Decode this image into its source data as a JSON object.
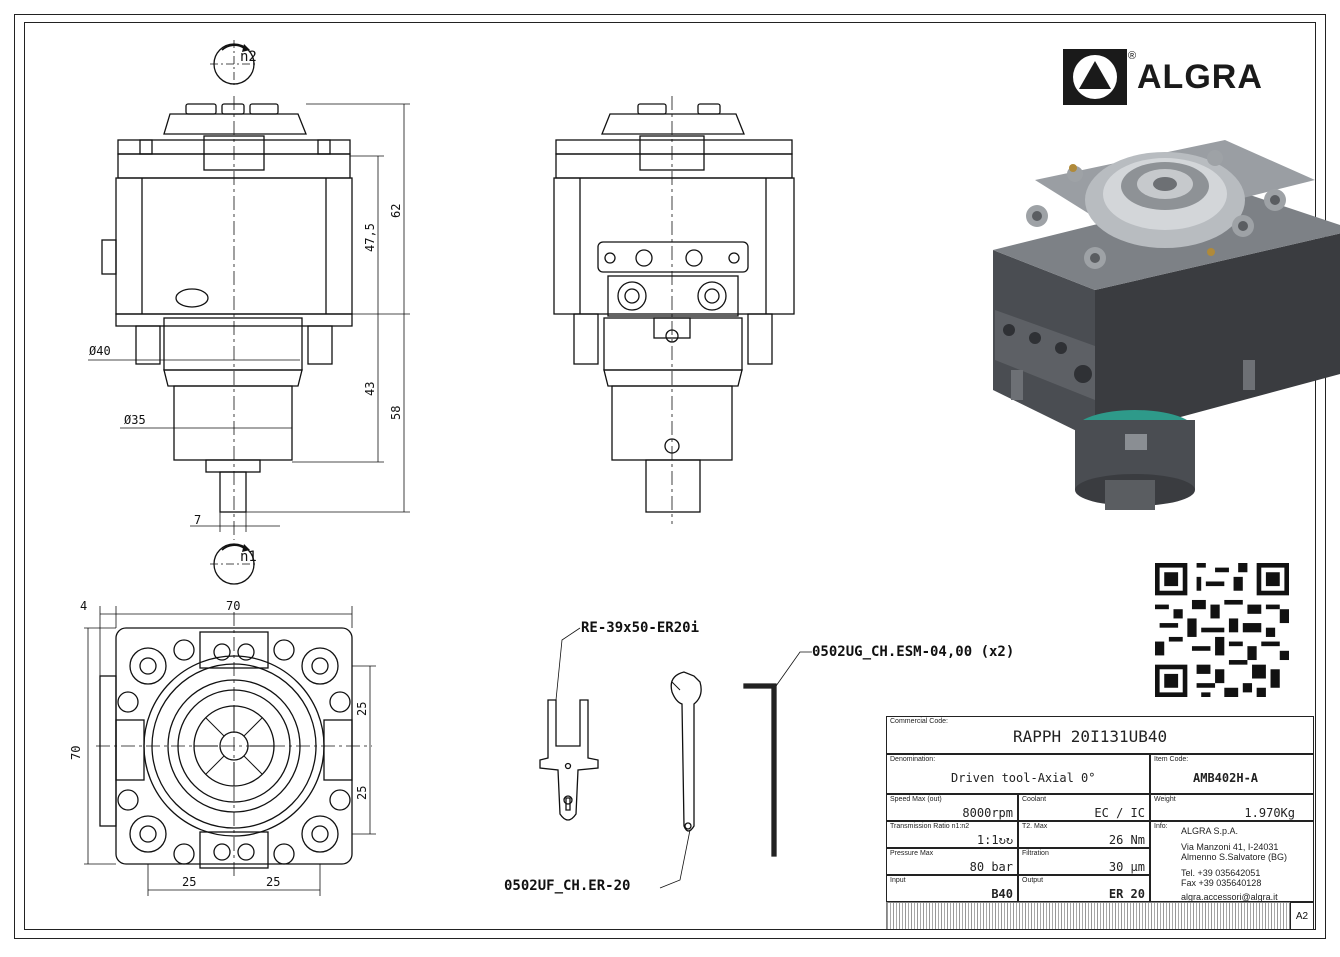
{
  "brand": {
    "name": "ALGRA",
    "registered": "®"
  },
  "dimensions": {
    "n2": "n2",
    "n1": "n1",
    "d62": "62",
    "d47_5": "47,5",
    "d43": "43",
    "d58": "58",
    "dia40": "Ø40",
    "dia35": "Ø35",
    "d7": "7",
    "d4": "4",
    "d70_top": "70",
    "d70_left": "70",
    "d25_r1": "25",
    "d25_r2": "25",
    "d25_b1": "25",
    "d25_b2": "25"
  },
  "accessories": {
    "collet_key": "RE-39x50-ER20i",
    "hex_key": "0502UG_CH.ESM-04,00 (x2)",
    "wrench": "0502UF_CH.ER-20"
  },
  "title_block": {
    "commercial_code_label": "Commercial Code:",
    "commercial_code": "RAPPH 20I131UB40",
    "denomination_label": "Denomination:",
    "denomination": "Driven tool-Axial 0°",
    "item_code_label": "Item Code:",
    "item_code": "AMB402H-A",
    "speed_label": "Speed Max (out)",
    "speed": "8000rpm",
    "coolant_label": "Coolant",
    "coolant": "EC / IC",
    "weight_label": "Weight",
    "weight": "1.970Kg",
    "ratio_label": "Transmission Ratio n1:n2",
    "ratio": "1:1↻↻",
    "torque_label": "T2. Max",
    "torque": "26 Nm",
    "info_label": "Info:",
    "pressure_label": "Pressure Max",
    "pressure": "80 bar",
    "filtration_label": "Filtration",
    "filtration": "30 µm",
    "input_label": "Input",
    "input": "B40",
    "output_label": "Output",
    "output": "ER 20",
    "company": "ALGRA S.p.A.",
    "address1": "Via Manzoni 41, I-24031",
    "address2": "Almenno S.Salvatore (BG)",
    "tel": "Tel. +39 035642051",
    "fax": "Fax +39 035640128",
    "email": "algra.accessori@algra.it",
    "sheet_size": "A2"
  },
  "colors": {
    "line": "#111111",
    "dark_metal": "#3f4246",
    "mid_metal": "#6b6f74",
    "light_metal": "#a3a7ab",
    "accent_green": "#2e9a8a",
    "brass": "#b08a3a"
  }
}
